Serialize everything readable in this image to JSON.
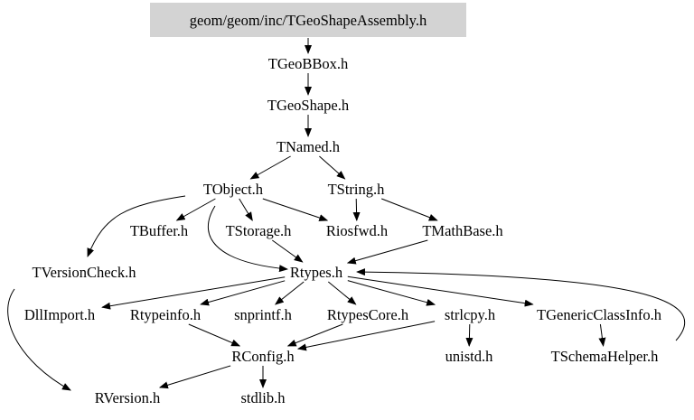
{
  "root_node": "geom/geom/inc/TGeoShapeAssembly.h",
  "root_fill": "#d3d3d3",
  "nodes": [
    {
      "id": "root",
      "label": "geom/geom/inc/TGeoShapeAssembly.h"
    },
    {
      "id": "TGeoBBox",
      "label": "TGeoBBox.h"
    },
    {
      "id": "TGeoShape",
      "label": "TGeoShape.h"
    },
    {
      "id": "TNamed",
      "label": "TNamed.h"
    },
    {
      "id": "TObject",
      "label": "TObject.h"
    },
    {
      "id": "TString",
      "label": "TString.h"
    },
    {
      "id": "TBuffer",
      "label": "TBuffer.h"
    },
    {
      "id": "TStorage",
      "label": "TStorage.h"
    },
    {
      "id": "Riosfwd",
      "label": "Riosfwd.h"
    },
    {
      "id": "TMathBase",
      "label": "TMathBase.h"
    },
    {
      "id": "TVersionCheck",
      "label": "TVersionCheck.h"
    },
    {
      "id": "Rtypes",
      "label": "Rtypes.h"
    },
    {
      "id": "DllImport",
      "label": "DllImport.h"
    },
    {
      "id": "Rtypeinfo",
      "label": "Rtypeinfo.h"
    },
    {
      "id": "snprintf",
      "label": "snprintf.h"
    },
    {
      "id": "RtypesCore",
      "label": "RtypesCore.h"
    },
    {
      "id": "strlcpy",
      "label": "strlcpy.h"
    },
    {
      "id": "TGenericClassInfo",
      "label": "TGenericClassInfo.h"
    },
    {
      "id": "RConfig",
      "label": "RConfig.h"
    },
    {
      "id": "unistd",
      "label": "unistd.h"
    },
    {
      "id": "TSchemaHelper",
      "label": "TSchemaHelper.h"
    },
    {
      "id": "RVersion",
      "label": "RVersion.h"
    },
    {
      "id": "stdlib",
      "label": "stdlib.h"
    }
  ],
  "edges": [
    [
      "root",
      "TGeoBBox"
    ],
    [
      "TGeoBBox",
      "TGeoShape"
    ],
    [
      "TGeoShape",
      "TNamed"
    ],
    [
      "TNamed",
      "TObject"
    ],
    [
      "TNamed",
      "TString"
    ],
    [
      "TObject",
      "TBuffer"
    ],
    [
      "TObject",
      "TStorage"
    ],
    [
      "TObject",
      "Riosfwd"
    ],
    [
      "TObject",
      "TVersionCheck"
    ],
    [
      "TObject",
      "Rtypes"
    ],
    [
      "TString",
      "Riosfwd"
    ],
    [
      "TString",
      "TMathBase"
    ],
    [
      "TStorage",
      "Rtypes"
    ],
    [
      "TMathBase",
      "Rtypes"
    ],
    [
      "TVersionCheck",
      "RVersion"
    ],
    [
      "Rtypes",
      "DllImport"
    ],
    [
      "Rtypes",
      "Rtypeinfo"
    ],
    [
      "Rtypes",
      "snprintf"
    ],
    [
      "Rtypes",
      "RtypesCore"
    ],
    [
      "Rtypes",
      "strlcpy"
    ],
    [
      "Rtypes",
      "TGenericClassInfo"
    ],
    [
      "Rtypeinfo",
      "RConfig"
    ],
    [
      "RtypesCore",
      "RConfig"
    ],
    [
      "strlcpy",
      "RConfig"
    ],
    [
      "strlcpy",
      "unistd"
    ],
    [
      "TGenericClassInfo",
      "TSchemaHelper"
    ],
    [
      "TSchemaHelper",
      "Rtypes"
    ],
    [
      "RConfig",
      "RVersion"
    ],
    [
      "RConfig",
      "stdlib"
    ]
  ]
}
